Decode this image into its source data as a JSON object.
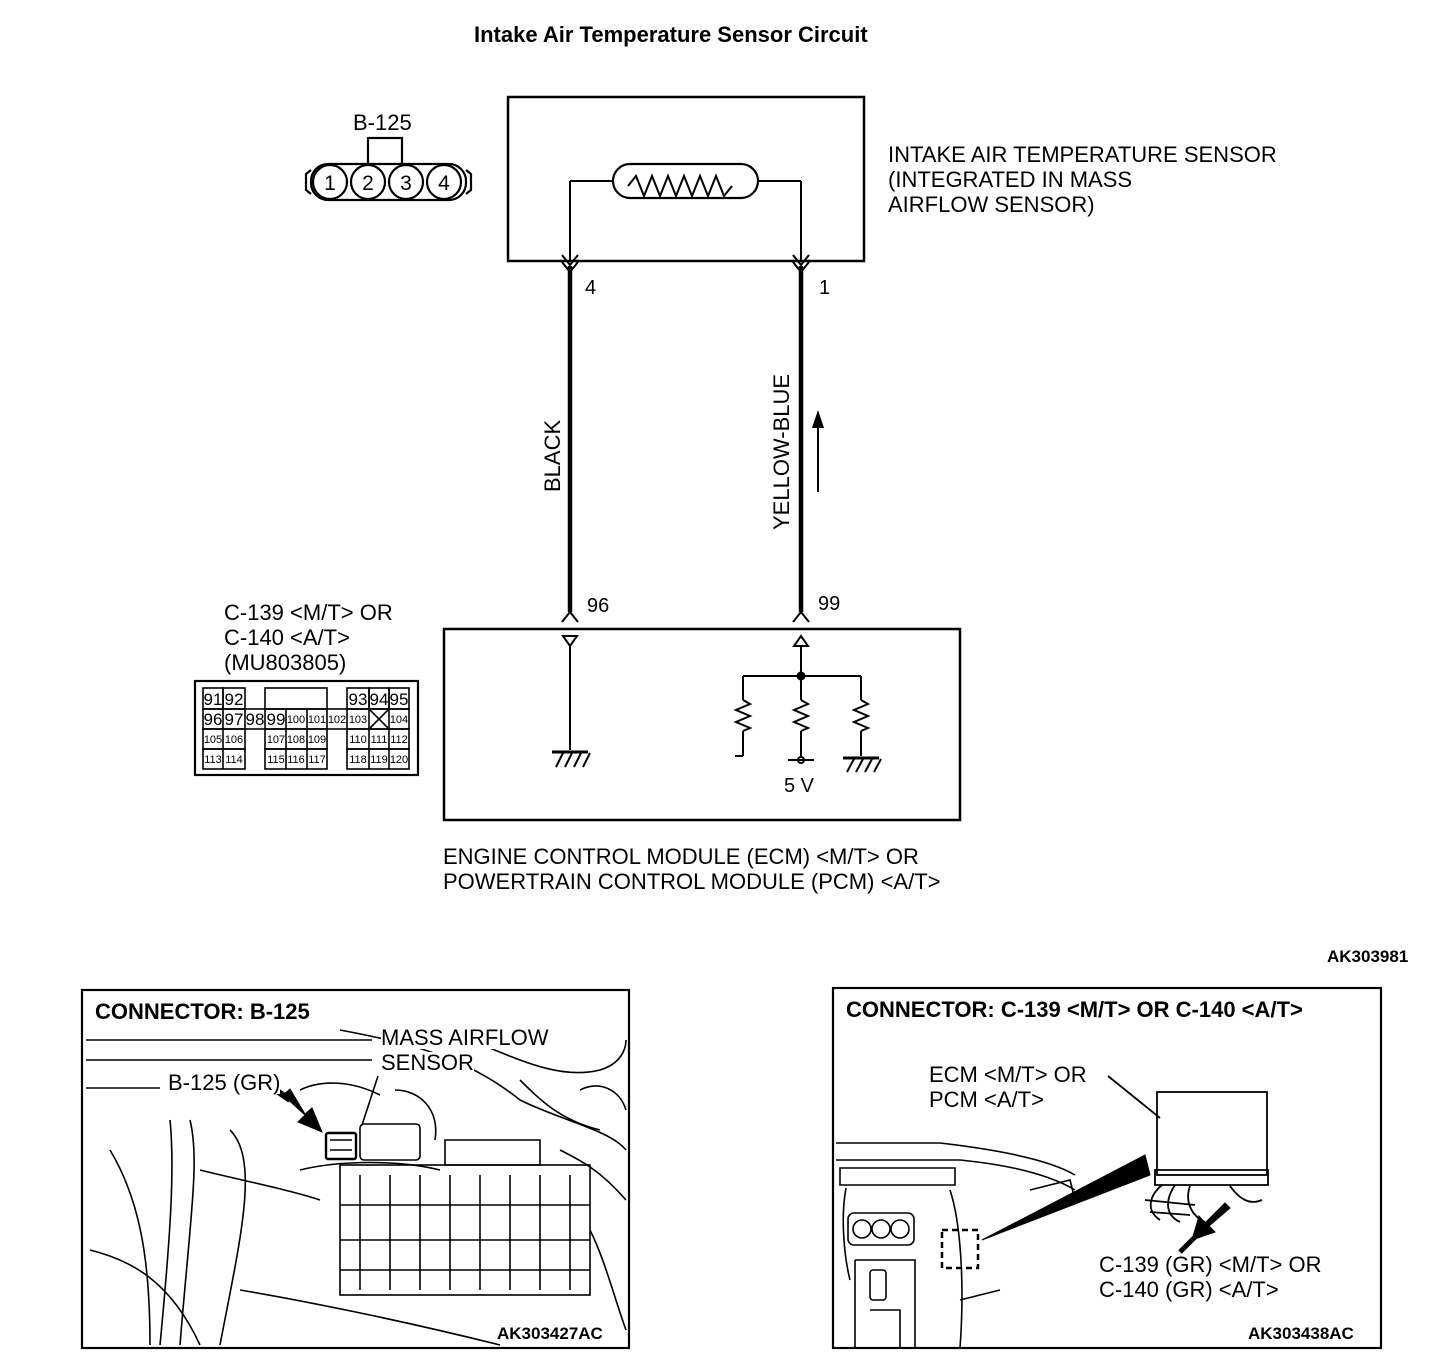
{
  "title": "Intake Air Temperature Sensor Circuit",
  "sensor": {
    "connector": "B-125",
    "pins": [
      "1",
      "2",
      "3",
      "4"
    ],
    "label_lines": [
      "INTAKE AIR TEMPERATURE SENSOR",
      "(INTEGRATED IN MASS",
      "AIRFLOW SENSOR)"
    ],
    "terminal_left": "4",
    "terminal_right": "1"
  },
  "wires": {
    "left_color": "BLACK",
    "right_color": "YELLOW-BLUE"
  },
  "ecm": {
    "connector_lines": [
      "C-139 <M/T> OR",
      "C-140 <A/T>",
      "(MU803805)"
    ],
    "terminal_left": "96",
    "terminal_right": "99",
    "voltage": "5 V",
    "label_lines": [
      "ENGINE CONTROL MODULE (ECM) <M/T> OR",
      "POWERTRAIN CONTROL MODULE (PCM) <A/T>"
    ],
    "pin_grid": {
      "row1": [
        "91",
        "92",
        "93",
        "94",
        "95"
      ],
      "row2": [
        "96",
        "97",
        "98",
        "99",
        "100",
        "101",
        "102",
        "103",
        "104"
      ],
      "row3": [
        "105",
        "106",
        "107",
        "108",
        "109",
        "110",
        "111",
        "112"
      ],
      "row4": [
        "113",
        "114",
        "115",
        "116",
        "117",
        "118",
        "119",
        "120"
      ]
    }
  },
  "diagram_code": "AK303981",
  "panel_left": {
    "heading": "CONNECTOR: B-125",
    "callout_lines": [
      "MASS AIRFLOW",
      "SENSOR"
    ],
    "connector_label": "B-125 (GR)",
    "code": "AK303427AC"
  },
  "panel_right": {
    "heading": "CONNECTOR: C-139 <M/T> OR C-140 <A/T>",
    "module_lines": [
      "ECM <M/T> OR",
      "PCM <A/T>"
    ],
    "connector_lines": [
      "C-139 (GR) <M/T> OR",
      "C-140 (GR) <A/T>"
    ],
    "code": "AK303438AC"
  }
}
